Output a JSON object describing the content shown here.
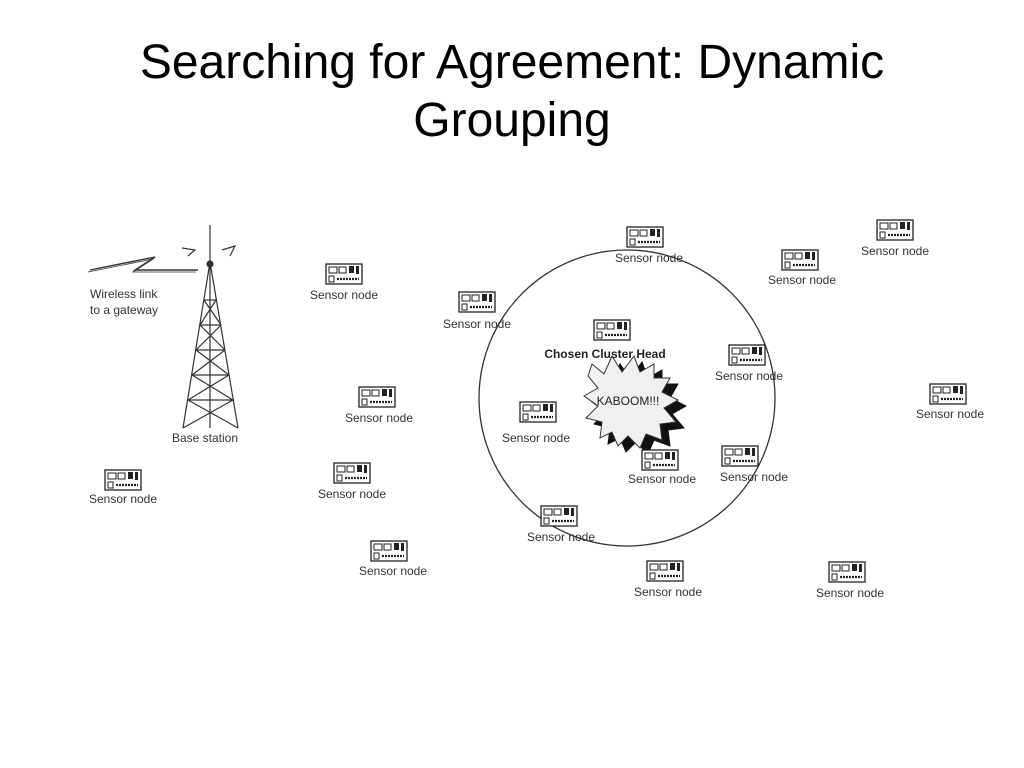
{
  "slide": {
    "title_line1": "Searching for Agreement: Dynamic",
    "title_line2": "Grouping"
  },
  "diagram": {
    "wireless_label_line1": "Wireless link",
    "wireless_label_line2": "to a gateway",
    "base_station_label": "Base station",
    "cluster_head_label": "Chosen Cluster Head",
    "burst_label": "KABOOM!!!",
    "sensor_label": "Sensor node",
    "sensor_node_count": 18,
    "colors": {
      "line": "#333333",
      "burst_shadow": "#111111",
      "burst_fill": "#f0f0f0"
    }
  }
}
